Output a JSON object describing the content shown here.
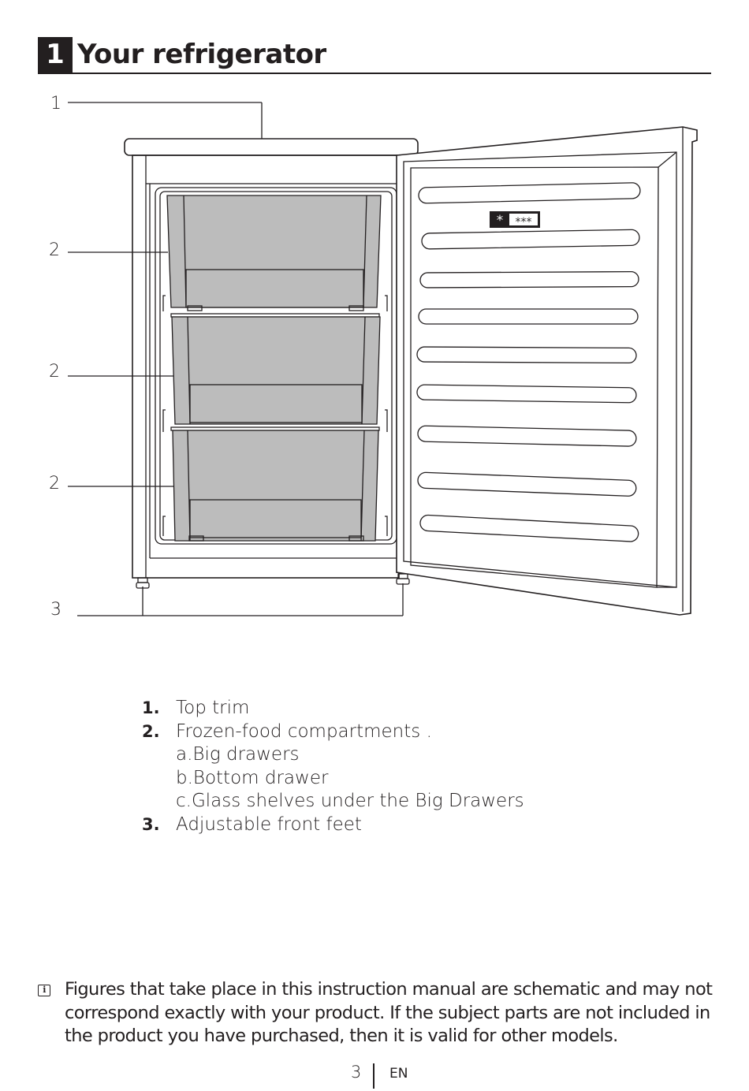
{
  "heading": {
    "number": "1",
    "title": "Your refrigerator"
  },
  "figure": {
    "callouts": {
      "top_trim": "1",
      "compartment_a": "2",
      "compartment_b": "2",
      "compartment_c": "2",
      "feet": "3"
    },
    "star_rating": "***"
  },
  "parts_list": {
    "items": [
      {
        "number": "1.",
        "label": "Top trim"
      },
      {
        "number": "2.",
        "label": "Frozen-food compartments ."
      },
      {
        "number": "",
        "label": "a.Big drawers"
      },
      {
        "number": "",
        "label": "b.Bottom drawer"
      },
      {
        "number": "",
        "label": "c.Glass shelves under the Big Drawers"
      },
      {
        "number": "3.",
        "label": "Adjustable front feet"
      }
    ]
  },
  "note": {
    "icon": "info-icon",
    "text": "Figures that take place in this instruction manual are schematic and may not correspond exactly with your product. If the subject parts are not included in the product you have purchased, then it is valid for other models."
  },
  "footer": {
    "page_number": "3",
    "language": "EN"
  }
}
